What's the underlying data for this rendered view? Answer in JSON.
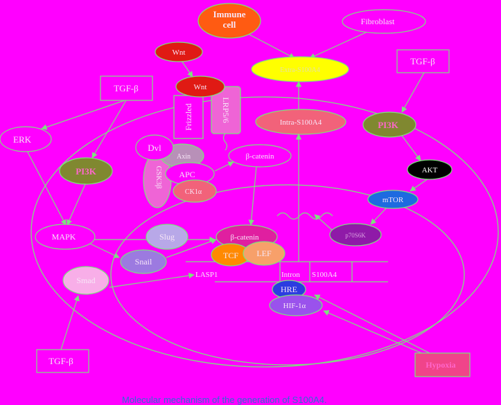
{
  "diagram": {
    "title": "Molecular mechanism of the generation of S100A4.",
    "colors": {
      "background": "#ff00ff",
      "line": "#7ee27e",
      "text_light": "#f7e6f7"
    },
    "nodes": {
      "immune_cell": "Immune cell",
      "fibroblast": "Fibroblast",
      "wnt_outer": "Wnt",
      "wnt_inner": "Wnt",
      "extra_s100a4": "Extra-S100A4",
      "tgfb_top_left": "TGF-β",
      "tgfb_top_right": "TGF-β",
      "frizzled": "Frizzled",
      "lrp56": "LRP5/6",
      "intra_s100a4": "Intra-S100A4",
      "pi3k_right": "PI3K",
      "erk": "ERK",
      "pi3k_left": "PI3K",
      "dvl": "Dvl",
      "axin": "Axin",
      "gsk3b": "GSK3β",
      "apc": "APC",
      "ck1a": "CK1α",
      "beta_catenin_cyto": "β-catenin",
      "akt": "AKT",
      "mtor": "mTOR",
      "p70s6k": "p70S6K",
      "mapk": "MAPK",
      "slug": "Slug",
      "snail": "Snail",
      "beta_catenin_nuc": "β-catenin",
      "tcf": "TCF",
      "lef": "LEF",
      "smad": "Smad",
      "lasp1": "LASP1",
      "intron": "Intron",
      "s100a4_gene": "S100A4",
      "hre": "HRE",
      "hif1a": "HIF-1α",
      "tgfb_bottom": "TGF-β",
      "hypoxia": "Hypoxia"
    }
  }
}
